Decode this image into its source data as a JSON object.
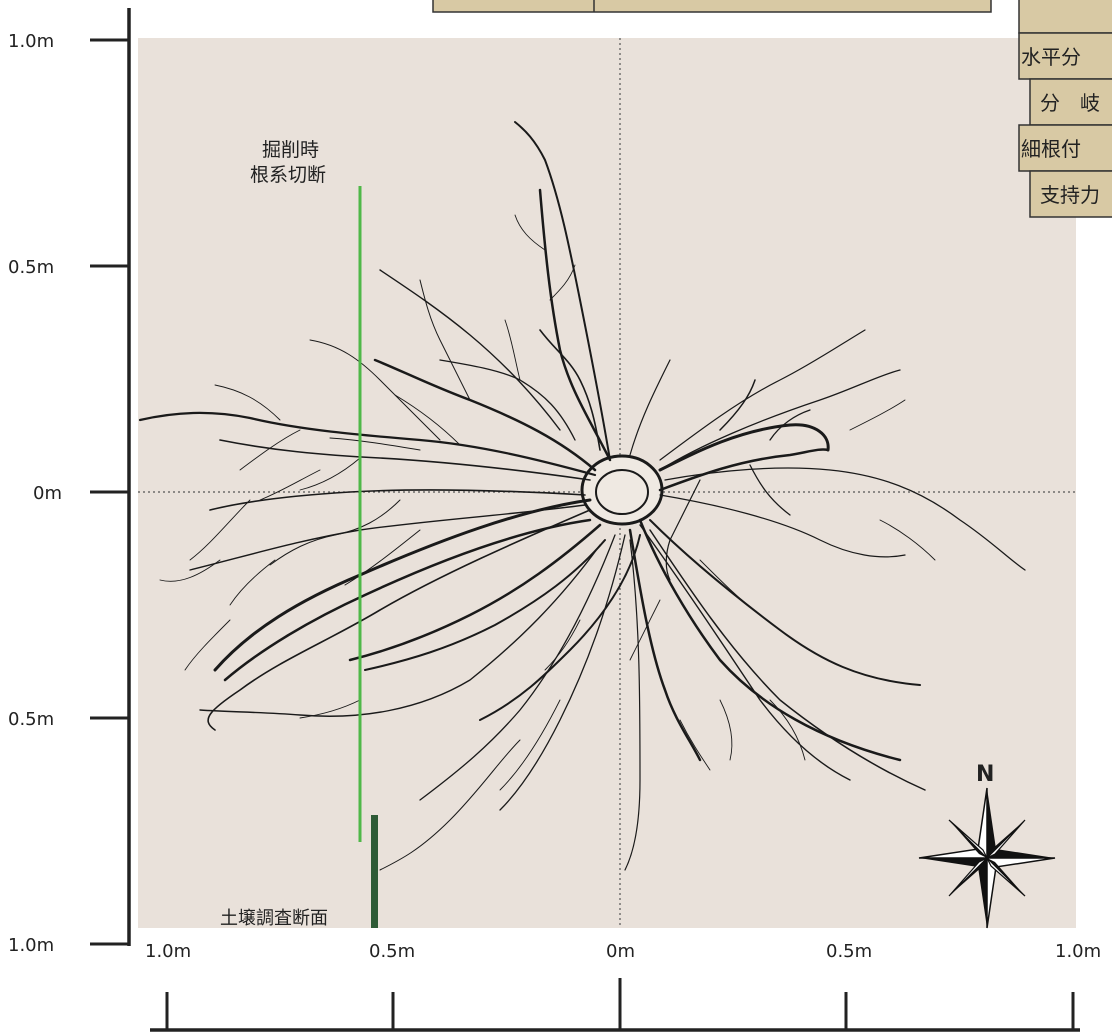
{
  "colors": {
    "panel_bg": "#e9e1da",
    "table_bg": "#d8c9a4",
    "cut_line": "#4fb848",
    "soil_line": "#2e5b36",
    "axis": "#222222"
  },
  "icons": {
    "compass": "compass-rose-icon",
    "root_drawing": "root-system-drawing"
  },
  "left_axis": {
    "labels": [
      "1.0m",
      "0.5m",
      "0m",
      "0.5m",
      "1.0m"
    ]
  },
  "bottom_axis": {
    "labels": [
      "1.0m",
      "0.5m",
      "0m",
      "0.5m",
      "1.0m"
    ]
  },
  "annotations": {
    "cut_label_line1": "掘削時",
    "cut_label_line2": "根系切断",
    "soil_section": "土壌調査断面",
    "north": "N"
  },
  "info_table": {
    "rows": [
      "",
      "水平分",
      "分　岐",
      "細根付",
      "支持力"
    ]
  }
}
